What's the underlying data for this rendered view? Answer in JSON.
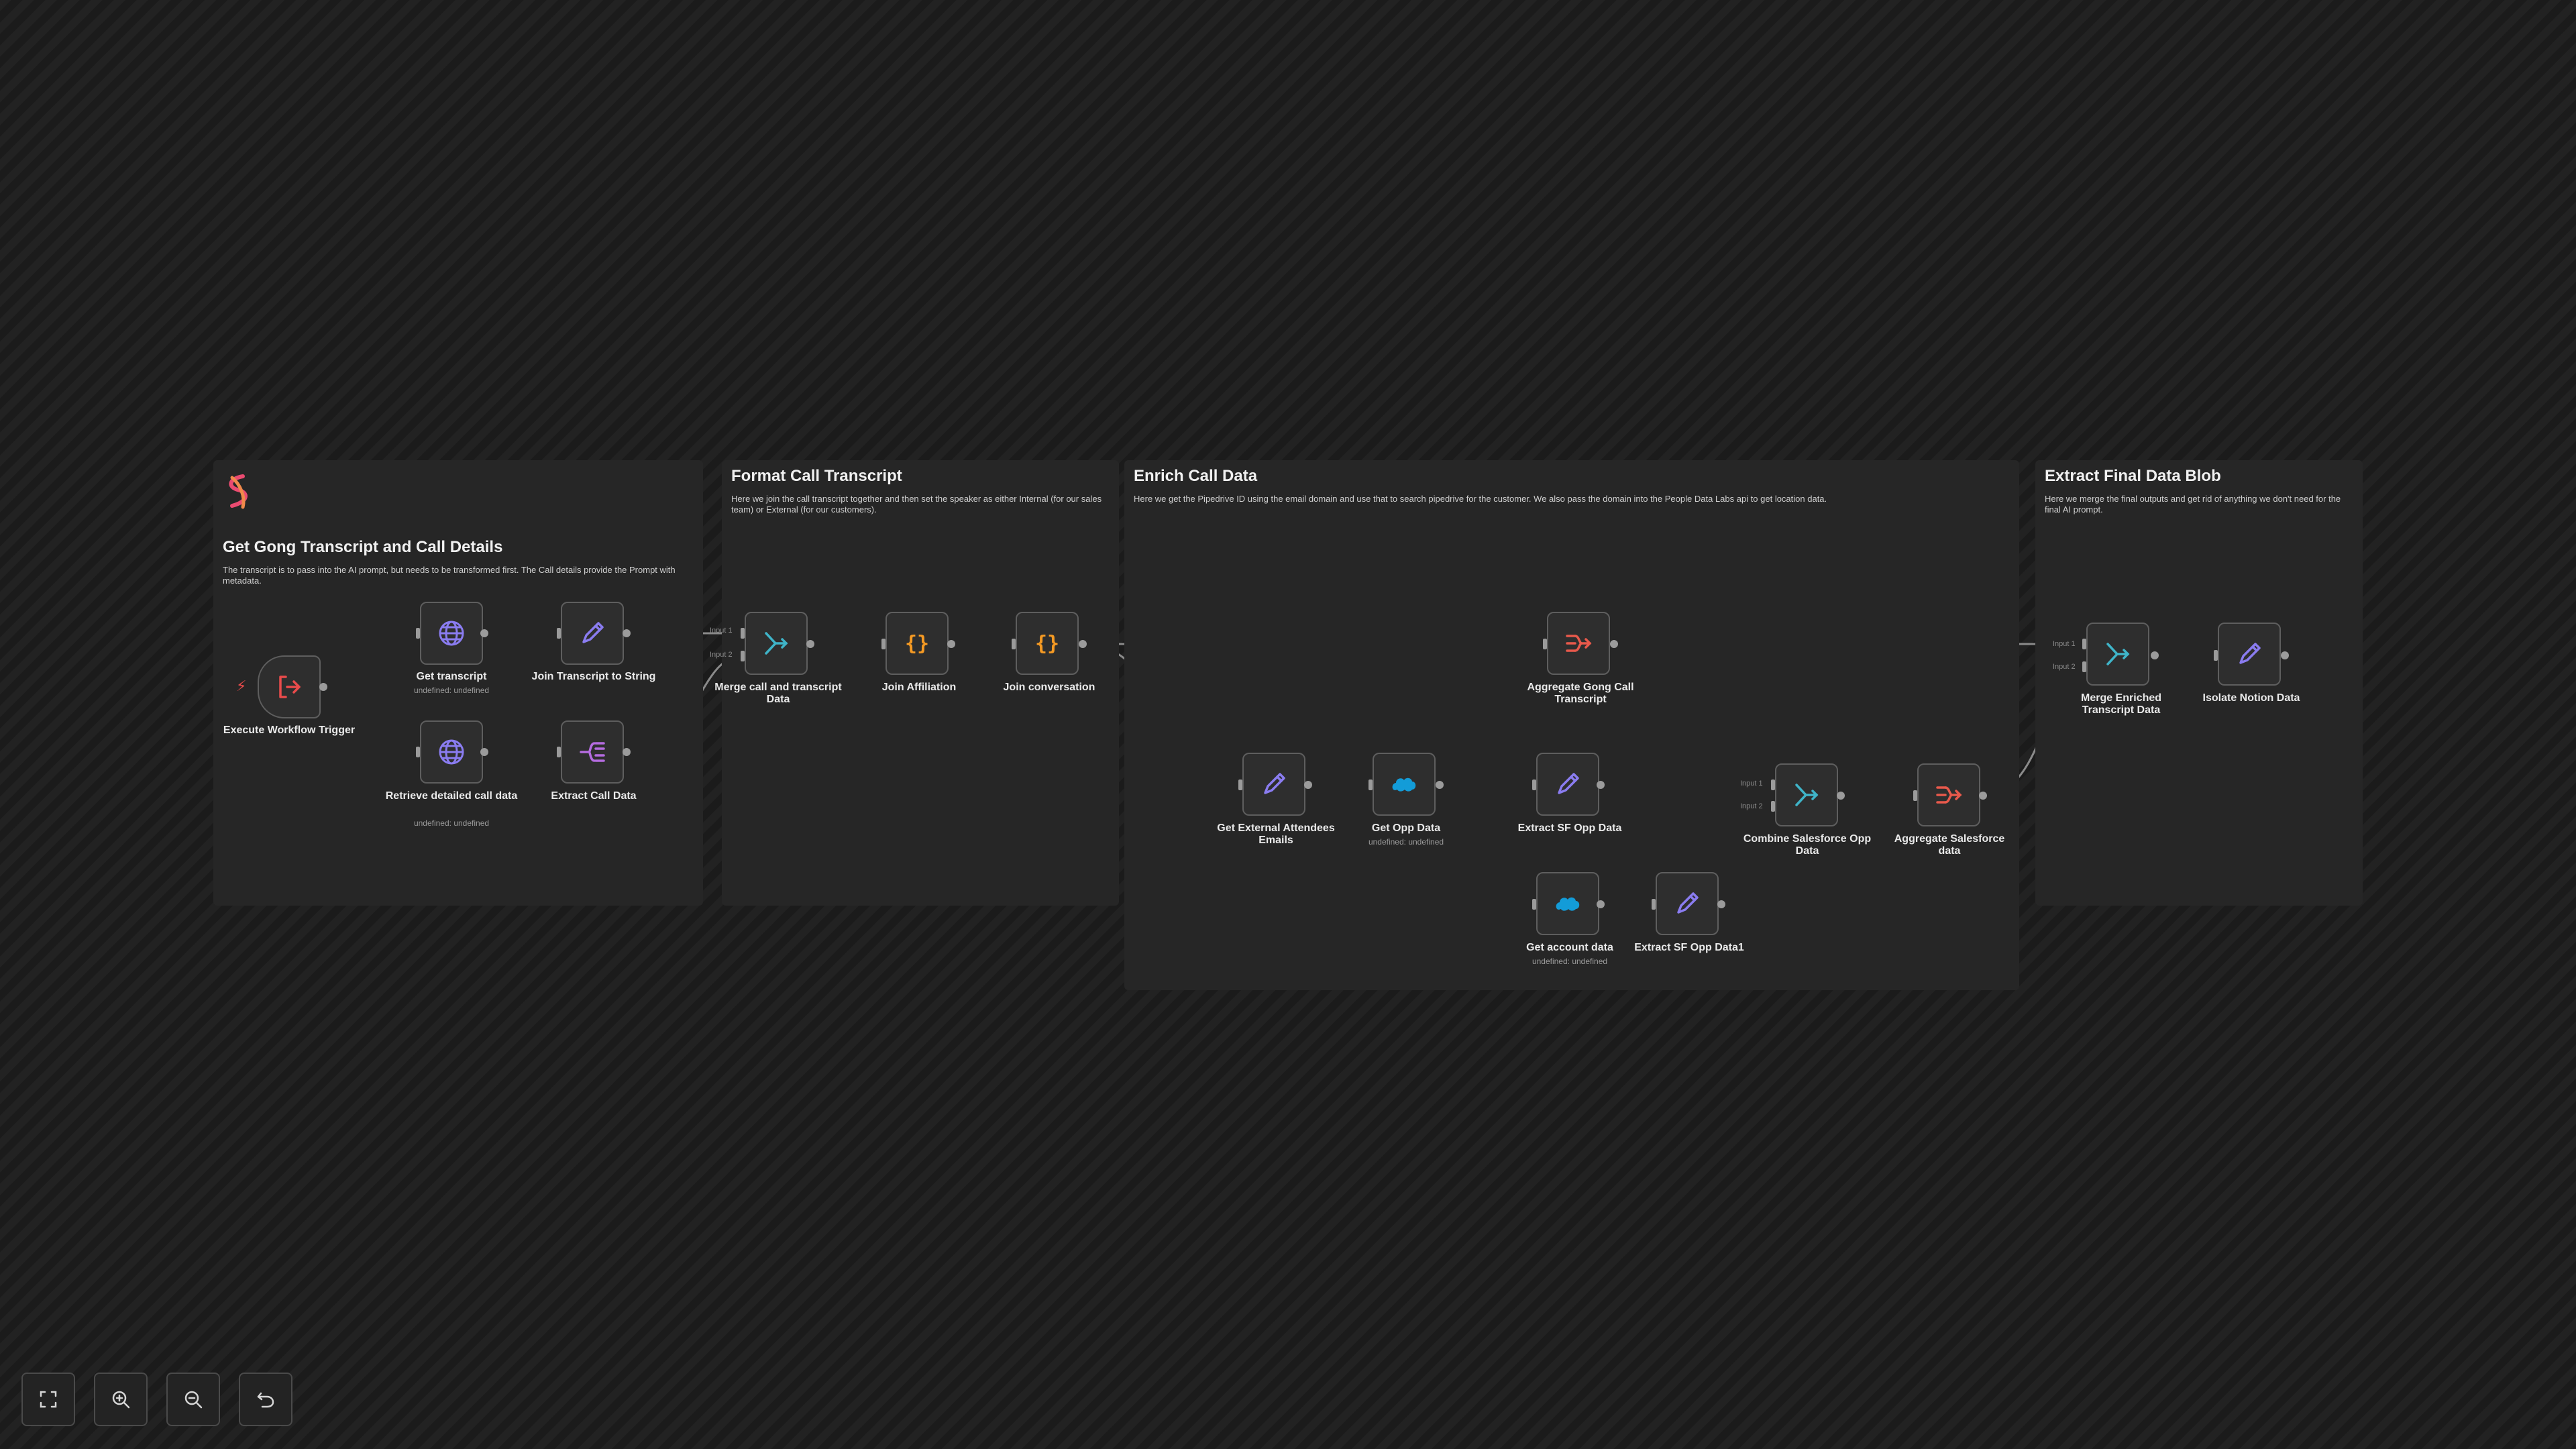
{
  "colors": {
    "accent": "#ea4b71",
    "trigger": "#ea4b4b",
    "http": "#8a7cf0",
    "set": "#8a7cf0",
    "merge": "#3fb4c8",
    "code": "#f59a23",
    "aggregate": "#e8594b",
    "salesforce": "#139cd8",
    "port": "#9b9b9b"
  },
  "groups": [
    {
      "title": "Get Gong Transcript and Call Details",
      "desc": "The transcript is to pass into the AI prompt, but needs to be transformed first. The Call details provide the Prompt with metadata."
    },
    {
      "title": "Format Call Transcript",
      "desc": "Here we join the call transcript together and then set the speaker as either Internal (for our sales team) or External (for our customers)."
    },
    {
      "title": "Enrich Call Data",
      "desc": "Here we get the Pipedrive ID using the email domain and use that to search pipedrive for the customer. We also pass the domain into the People Data Labs api to get location data."
    },
    {
      "title": "Extract Final Data Blob",
      "desc": "Here we merge the final outputs and get rid of anything we don't need for the final AI prompt."
    }
  ],
  "nodes": {
    "execute_trigger": {
      "label": "Execute Workflow Trigger",
      "icon": "sign-in-icon"
    },
    "get_transcript": {
      "label": "Get transcript",
      "sub": "undefined: undefined",
      "icon": "globe-icon"
    },
    "retrieve_call": {
      "label": "Retrieve detailed call data",
      "sub": "undefined: undefined",
      "icon": "globe-icon"
    },
    "join_transcript": {
      "label": "Join Transcript to String",
      "icon": "pencil-icon"
    },
    "extract_call": {
      "label": "Extract Call Data",
      "icon": "split-out-icon"
    },
    "merge_call": {
      "label": "Merge call and transcript Data",
      "icon": "merge-icon"
    },
    "join_affiliation": {
      "label": "Join Affiliation",
      "icon": "code-braces-icon"
    },
    "join_conversation": {
      "label": "Join conversation",
      "icon": "code-braces-icon"
    },
    "aggregate_gong": {
      "label": "Aggregate Gong Call Transcript",
      "icon": "aggregate-icon"
    },
    "get_external": {
      "label": "Get External Attendees Emails",
      "icon": "pencil-icon"
    },
    "get_opp": {
      "label": "Get Opp Data",
      "sub": "undefined: undefined",
      "icon": "salesforce-icon"
    },
    "extract_sf": {
      "label": "Extract SF Opp Data",
      "icon": "pencil-icon"
    },
    "get_account": {
      "label": "Get account data",
      "sub": "undefined: undefined",
      "icon": "salesforce-icon"
    },
    "extract_sf1": {
      "label": "Extract SF Opp Data1",
      "icon": "pencil-icon"
    },
    "combine_sf": {
      "label": "Combine Salesforce Opp Data",
      "icon": "merge-icon"
    },
    "aggregate_sf": {
      "label": "Aggregate Salesforce data",
      "icon": "aggregate-icon"
    },
    "merge_enriched": {
      "label": "Merge Enriched Transcript Data",
      "icon": "merge-icon"
    },
    "isolate_notion": {
      "label": "Isolate Notion Data",
      "icon": "pencil-icon"
    }
  },
  "port_labels": {
    "input1": "Input 1",
    "input2": "Input 2"
  },
  "controls": [
    {
      "name": "fit-view-button",
      "icon": "fullscreen-icon"
    },
    {
      "name": "zoom-in-button",
      "icon": "zoom-in-icon"
    },
    {
      "name": "zoom-out-button",
      "icon": "zoom-out-icon"
    },
    {
      "name": "reset-zoom-button",
      "icon": "undo-icon"
    }
  ]
}
